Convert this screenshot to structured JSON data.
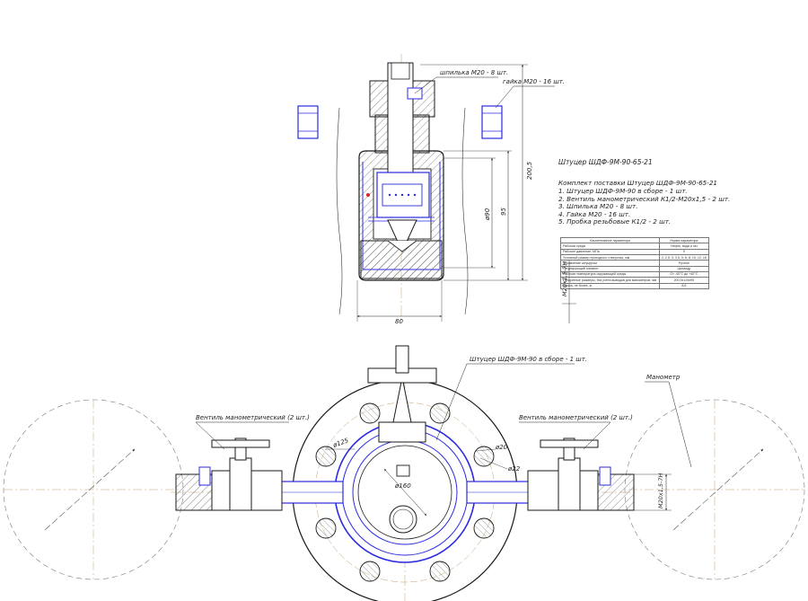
{
  "drawing": {
    "title": "Штуцер ШДФ-9М-90-65-21",
    "kit_list": [
      "Комплект поставки Штуцер ШДФ-9М-90-65-21",
      "1. Штуцер ШДФ-9М-90 в сборе - 1 шт.",
      "2. Вентиль манометрический К1/2-М20х1,5 - 2 шт.",
      "3. Шпилька М20 - 8 шт.",
      "4. Гайка М20 - 16 шт.",
      "5. Пробка резьбовые К1/2 - 2 шт."
    ],
    "callouts": {
      "stud": "шпилька М20 - 8 шт.",
      "nut": "гайка М20 - 16 шт.",
      "assembly": "Штуцер ШДФ-9М-90 в сборе - 1 шт.",
      "valve_left": "Вентиль манометрический (2 шт.)",
      "valve_right": "Вентиль манометрический (2 шт.)",
      "manometer": "Манометр"
    },
    "dimensions": {
      "width_80": "80",
      "height_2005": "200,5",
      "dia_90": "ø90",
      "dia_95": "95",
      "thread_left": "М20х1,5-7Н",
      "thread_right": "М20х1,5-7Н",
      "dia_125": "ø125",
      "dia_160": "ø160",
      "dia_20": "ø20",
      "dia_22": "ø22"
    },
    "spec_table": {
      "header": [
        "Наименование параметра",
        "Норма параметра"
      ],
      "rows": [
        [
          "Рабочая среда",
          "Нефть, вода и газ"
        ],
        [
          "Рабочее давление, МПа",
          "9"
        ],
        [
          "Условный размер проходного отверстия, мм",
          "2; 2,5; 3; 3,5; 5; 6; 8; 10; 12; 16"
        ],
        [
          "Управление штуцером",
          "Ручное"
        ],
        [
          "Регулирующий элемент",
          "Цилиндр"
        ],
        [
          "Рабочая температура окружающей среды",
          "От -40°С до +40°С"
        ],
        [
          "Габаритные размеры, без учёта выводов для манометров, мм",
          "200,5х125х95"
        ],
        [
          "Масса, не более, кг",
          "8,6"
        ]
      ]
    },
    "colors": {
      "outline": "#1a1a1a",
      "part": "#2b2be0",
      "centerline": "#c0a070",
      "hatch": "#555555"
    }
  }
}
